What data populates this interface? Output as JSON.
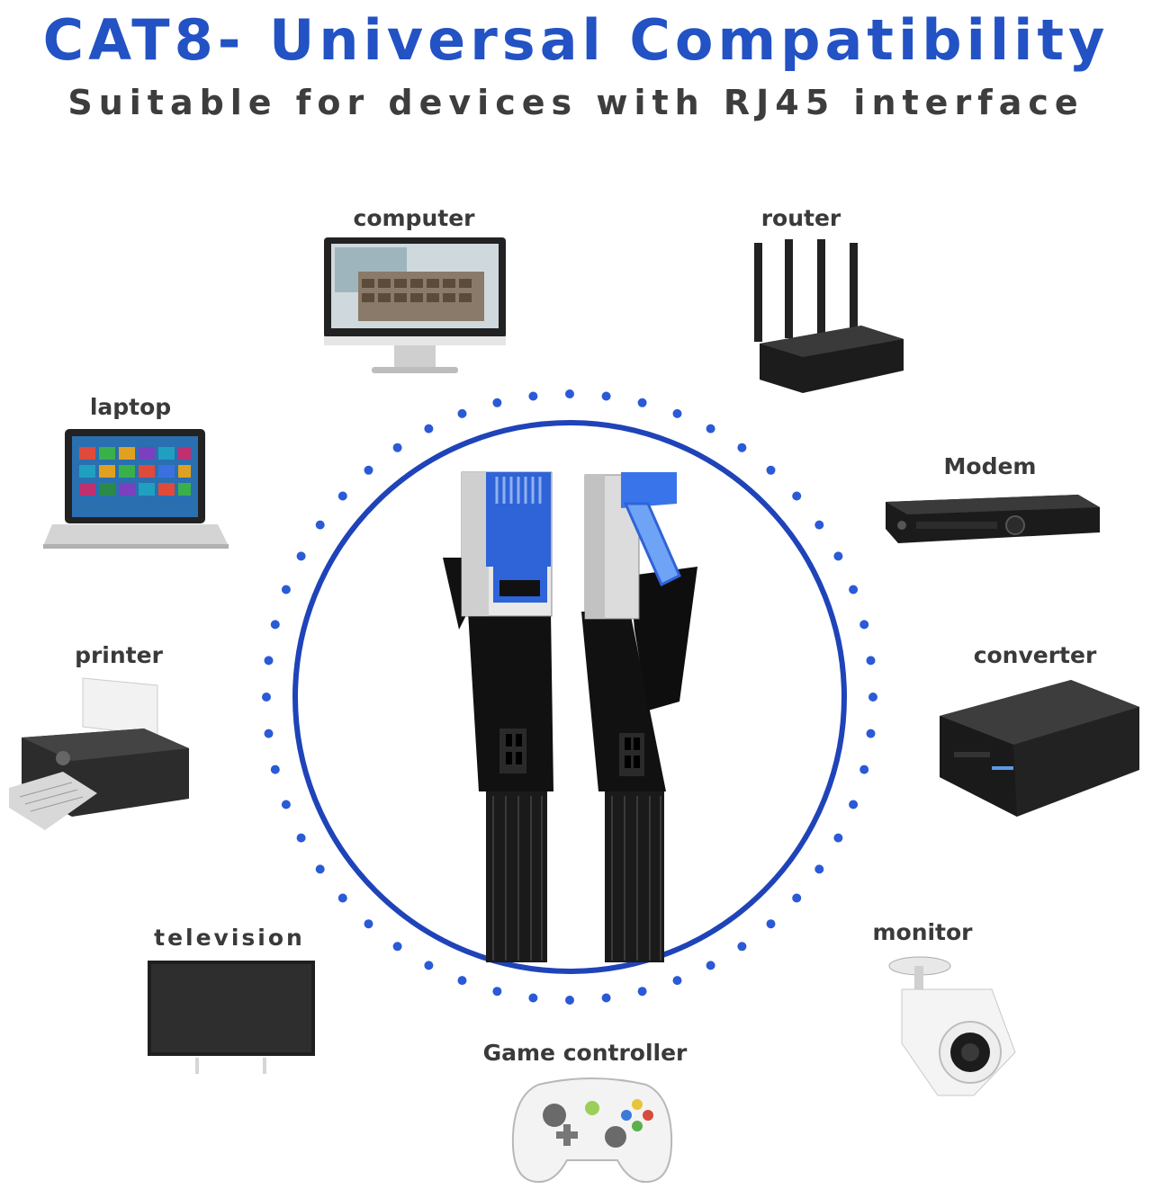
{
  "header": {
    "title": "CAT8- Universal Compatibility",
    "subtitle": "Suitable for devices with RJ45 interface"
  },
  "devices": {
    "computer": "computer",
    "router": "router",
    "laptop": "laptop",
    "modem": "Modem",
    "printer": "printer",
    "converter": "converter",
    "television": "television",
    "monitor": "monitor",
    "game_controller": "Game controller"
  },
  "colors": {
    "title": "#2252c4",
    "ring": "#1f43b8",
    "dots": "#2a5ad6",
    "plug_blue": "#2f63d8",
    "cable": "#161616"
  },
  "icons": {
    "computer": "desktop-computer-icon",
    "router": "router-icon",
    "laptop": "laptop-icon",
    "modem": "modem-icon",
    "printer": "printer-icon",
    "converter": "converter-box-icon",
    "television": "television-icon",
    "monitor": "security-camera-icon",
    "game_controller": "game-controller-icon",
    "cable": "rj45-cable-icon"
  }
}
